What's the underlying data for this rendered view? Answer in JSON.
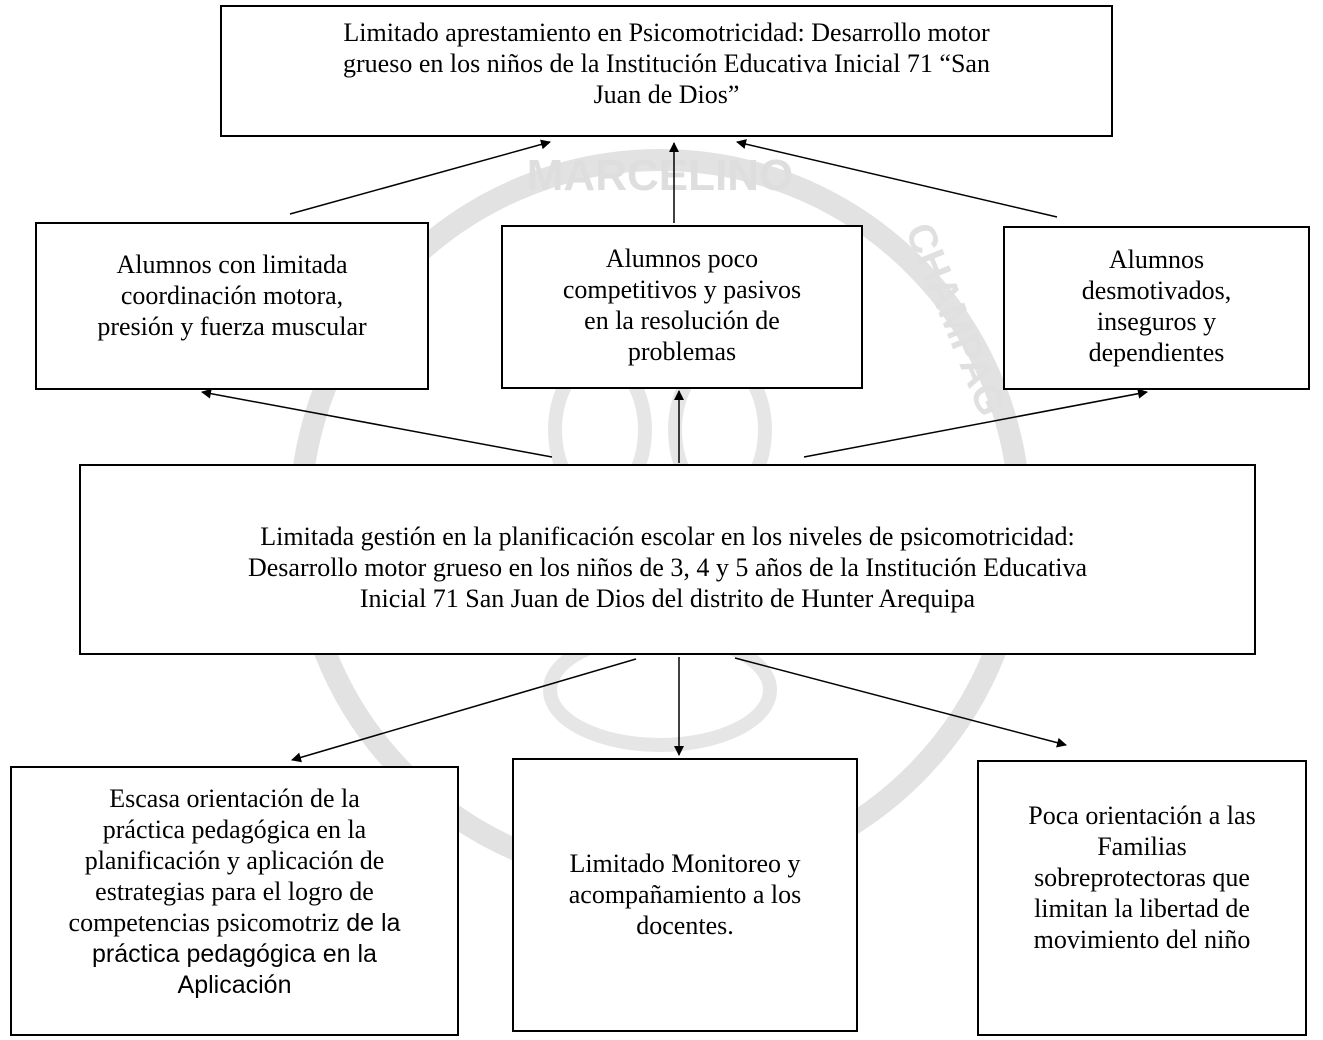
{
  "watermark": {
    "text_top": "MARCELINO",
    "text_right": "CHAMPAG",
    "color": "#dcdcdc"
  },
  "problem_top": {
    "lines": [
      "Limitado aprestamiento en Psicomotricidad: Desarrollo motor",
      "grueso en los niños de la  Institución Educativa Inicial 71 “San",
      "Juan de Dios”"
    ]
  },
  "effects": [
    {
      "lines": [
        "Alumnos con limitada",
        "coordinación motora,",
        "presión y fuerza muscular"
      ]
    },
    {
      "lines": [
        "Alumnos poco",
        "competitivos y pasivos",
        "en la resolución de",
        "problemas"
      ]
    },
    {
      "lines": [
        "Alumnos",
        "desmotivados,",
        "inseguros y",
        "dependientes"
      ]
    }
  ],
  "central_problem": {
    "lines": [
      "Limitada gestión en la planificación escolar en los niveles de psicomotricidad:",
      "Desarrollo motor grueso en los niños de 3, 4 y 5 años de  la  Institución Educativa",
      "Inicial 71 San Juan de Dios del distrito de Hunter Arequipa"
    ]
  },
  "causes": [
    {
      "lines_serif": [
        "Escasa orientación de la",
        "práctica pedagógica en la",
        "planificación y aplicación de",
        "estrategias para el logro de",
        "competencias psicomotriz"
      ],
      "line_5_tail": " de la",
      "lines_sans": [
        "práctica pedagógica en la",
        "Aplicación"
      ]
    },
    {
      "lines": [
        "Limitado Monitoreo y",
        "acompañamiento a los",
        "docentes."
      ]
    },
    {
      "lines": [
        "Poca orientación a las",
        "Familias",
        "sobreprotectoras que",
        "limitan la libertad de",
        "movimiento del niño"
      ]
    }
  ]
}
